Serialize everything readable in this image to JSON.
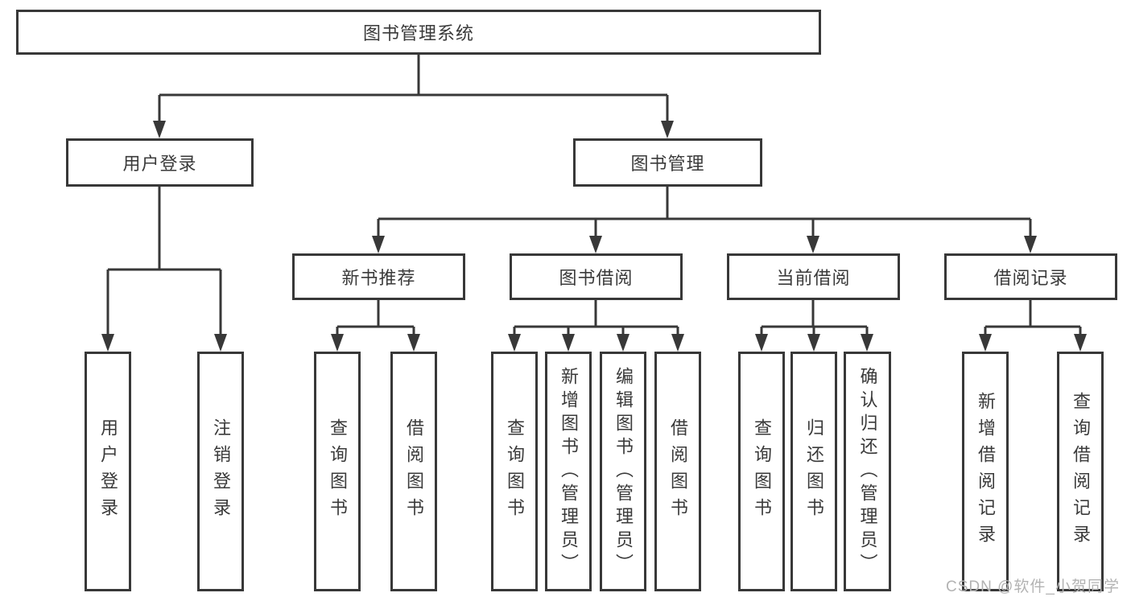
{
  "nodes": {
    "root": "图书管理系统",
    "user_login": "用户登录",
    "book_mgmt": "图书管理",
    "new_books": "新书推荐",
    "book_borrow": "图书借阅",
    "current_borrow": "当前借阅",
    "borrow_records": "借阅记录",
    "leaf_user_login": "用户登录",
    "leaf_logout": "注销登录",
    "leaf_nb_query": "查询图书",
    "leaf_nb_borrow": "借阅图书",
    "leaf_bb_query": "查询图书",
    "leaf_bb_add": "新增图书（管理员）",
    "leaf_bb_edit": "编辑图书（管理员）",
    "leaf_bb_borrow": "借阅图书",
    "leaf_cb_query": "查询图书",
    "leaf_cb_return": "归还图书",
    "leaf_cb_confirm": "确认归还（管理员）",
    "leaf_br_add": "新增借阅记录",
    "leaf_br_query": "查询借阅记录"
  },
  "watermark": "CSDN @软件_小贺同学",
  "colors": {
    "line": "#383838",
    "text": "#3a3a3a",
    "watermark": "#b3b3b3"
  }
}
